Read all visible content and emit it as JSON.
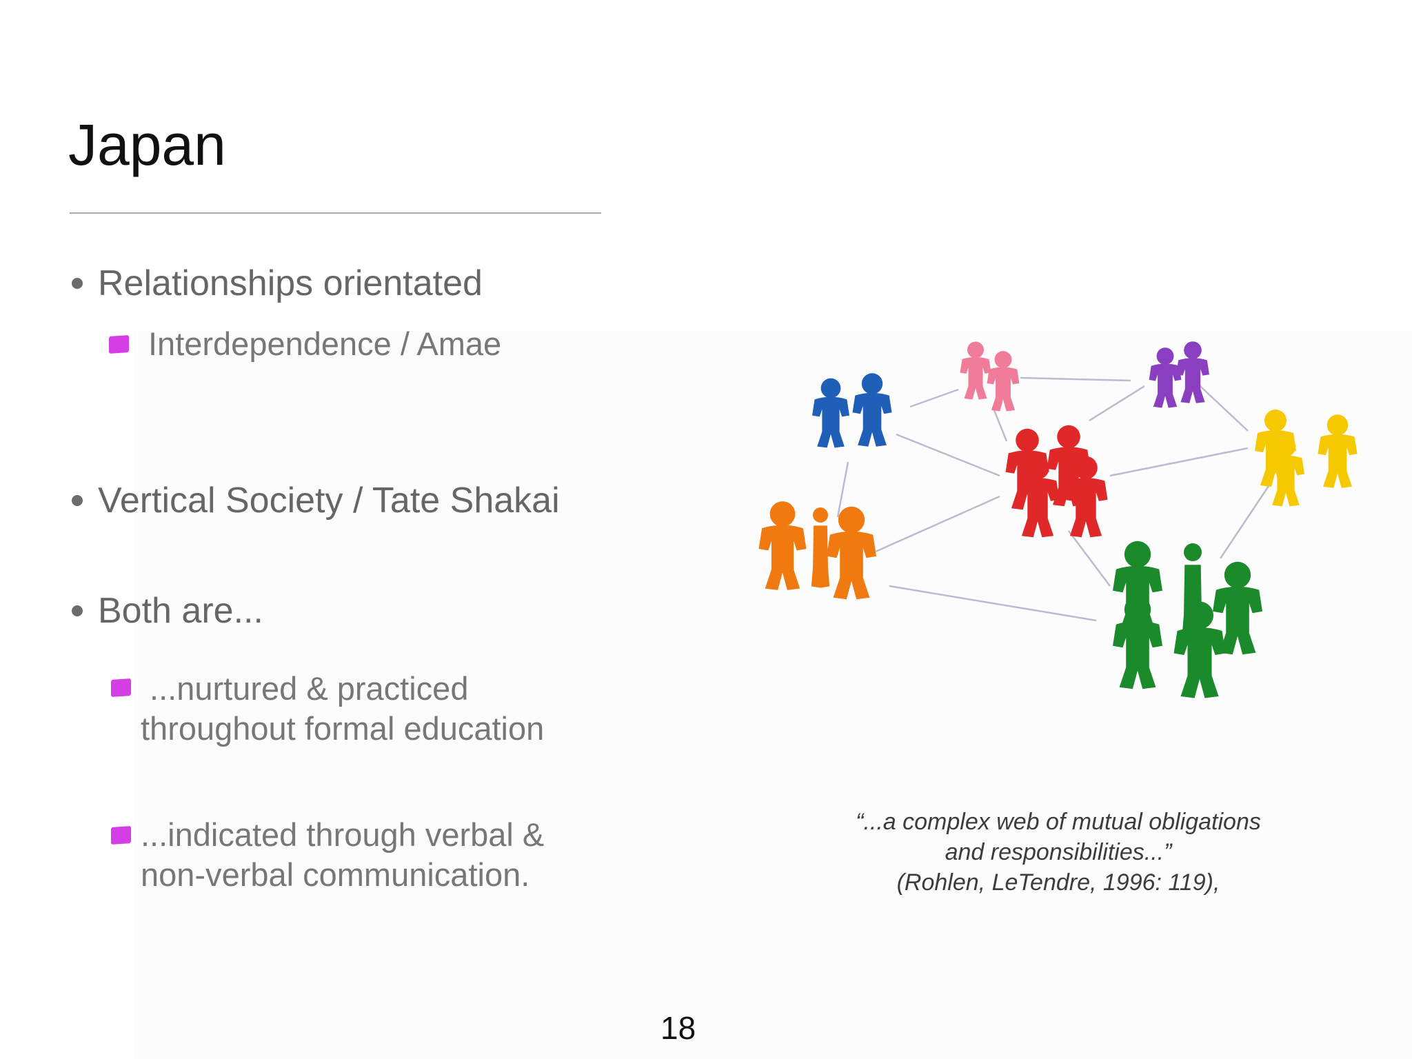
{
  "slide": {
    "title": "Japan",
    "page_number": "18"
  },
  "bullets": [
    {
      "text": "Relationships orientated",
      "sub": [
        {
          "lines": [
            "Interdependence / Amae"
          ]
        }
      ]
    },
    {
      "text": "Vertical Society / Tate Shakai",
      "sub": []
    },
    {
      "text": "Both are...",
      "sub": [
        {
          "lines": [
            " ...nurtured & practiced",
            "throughout formal education"
          ]
        },
        {
          "lines": [
            "...indicated through verbal &",
            "non-verbal communication."
          ]
        }
      ]
    }
  ],
  "quote": {
    "line1": "“...a complex web of mutual obligations",
    "line2": "and responsibilities...”",
    "citation": "(Rohlen, LeTendre, 1996: 119),"
  },
  "colors": {
    "sub_bullet_marker": "#d63ee5",
    "figure_groups": [
      "#f07c9a",
      "#8a3fc0",
      "#1f5fb8",
      "#e02828",
      "#f5c800",
      "#f07a10",
      "#1a8a2a"
    ]
  },
  "image": {
    "icon": "people-network-illustration"
  }
}
